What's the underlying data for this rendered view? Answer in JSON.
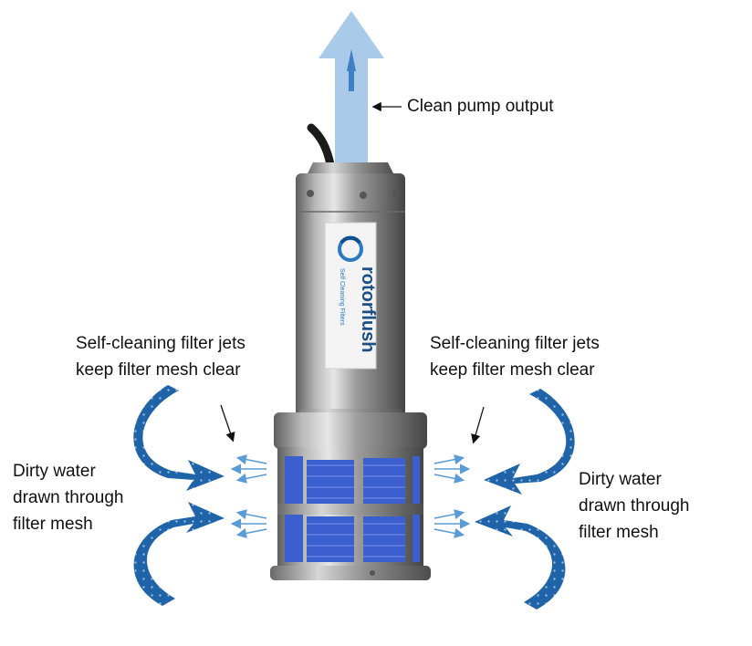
{
  "labels": {
    "output": "Clean pump output",
    "jets_left": [
      "Self-cleaning filter jets",
      "keep filter mesh clear"
    ],
    "jets_right": [
      "Self-cleaning filter jets",
      "keep filter mesh clear"
    ],
    "dirty_left": [
      "Dirty water",
      "drawn through",
      "filter mesh"
    ],
    "dirty_right": [
      "Dirty water",
      "drawn through",
      "filter mesh"
    ]
  },
  "product": {
    "brand": "rotorflush",
    "tagline": "Self Cleaning Filters"
  },
  "colors": {
    "intake_arrow": "#1f63a8",
    "output_arrow": "#a9cbe9",
    "jet_arrows": "#5b9bd5",
    "mesh": "#3b5fcf",
    "steel": "#9a9a9a"
  }
}
